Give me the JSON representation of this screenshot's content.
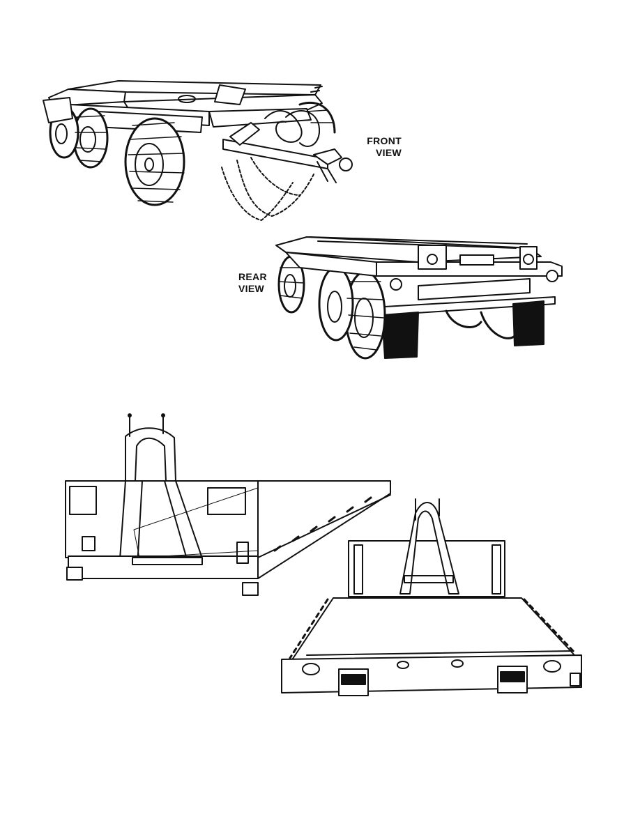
{
  "labels": {
    "front_view": [
      "FRONT",
      "VIEW"
    ],
    "rear_view": [
      "REAR",
      "VIEW"
    ]
  }
}
